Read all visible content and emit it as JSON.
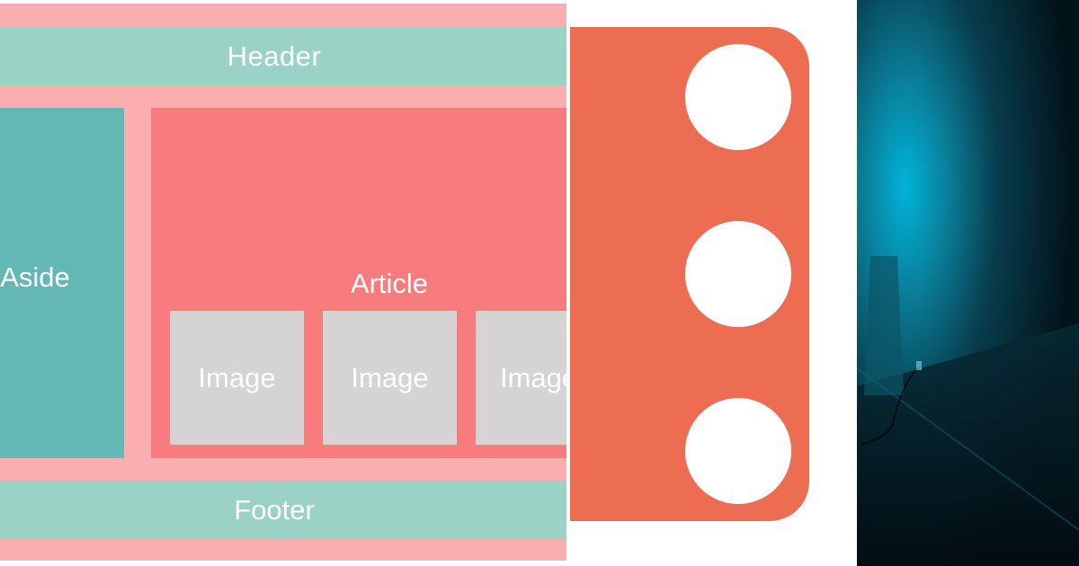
{
  "layout_diagram": {
    "header": "Header",
    "aside": "Aside",
    "article": "Article",
    "images": [
      "Image",
      "Image",
      "Image"
    ],
    "footer": "Footer"
  },
  "colors": {
    "pink_background": "#fbaeb0",
    "header_footer": "#9bd2c6",
    "aside": "#63b7b5",
    "article": "#f87b7d",
    "image_placeholder": "#d6d3d5",
    "dots_card": "#ed6d52",
    "photo_glow": "#00b4d8",
    "photo_dark": "#03131a"
  },
  "dots_card": {
    "dot_count": 3
  }
}
